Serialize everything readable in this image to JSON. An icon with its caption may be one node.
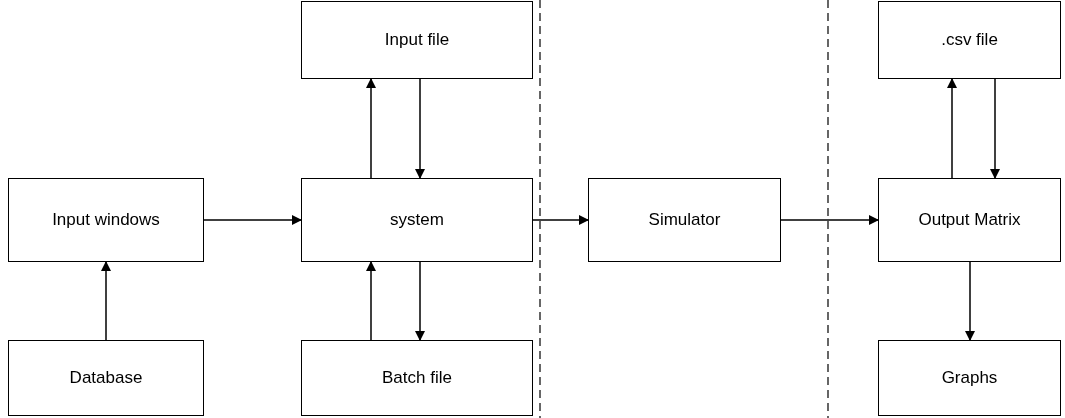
{
  "diagram": {
    "nodes": [
      {
        "text": [
          "Input file"
        ]
      },
      {
        "text": [
          ".csv file"
        ]
      },
      {
        "text": [
          "Input windows"
        ]
      },
      {
        "text": [
          "system"
        ]
      },
      {
        "text": [
          "Simulator"
        ]
      },
      {
        "text": [
          "Output Matrix"
        ]
      },
      {
        "text": [
          "Database"
        ]
      },
      {
        "text": [
          "Batch file"
        ]
      },
      {
        "text": [
          "Graphs"
        ]
      }
    ],
    "edges": [
      {
        "from": 2,
        "to": 3,
        "arrow": "to"
      },
      {
        "from": 3,
        "to": 0,
        "arrow": "to"
      },
      {
        "from": 0,
        "to": 3,
        "arrow": "to"
      },
      {
        "from": 7,
        "to": 3,
        "arrow": "to"
      },
      {
        "from": 3,
        "to": 7,
        "arrow": "to"
      },
      {
        "from": 6,
        "to": 2,
        "arrow": "to"
      },
      {
        "from": 3,
        "to": 4,
        "arrow": "to"
      },
      {
        "from": 4,
        "to": 5,
        "arrow": "to"
      },
      {
        "from": 5,
        "to": 1,
        "arrow": "to"
      },
      {
        "from": 1,
        "to": 5,
        "arrow": "to"
      },
      {
        "from": 5,
        "to": 8,
        "arrow": "to"
      }
    ]
  }
}
